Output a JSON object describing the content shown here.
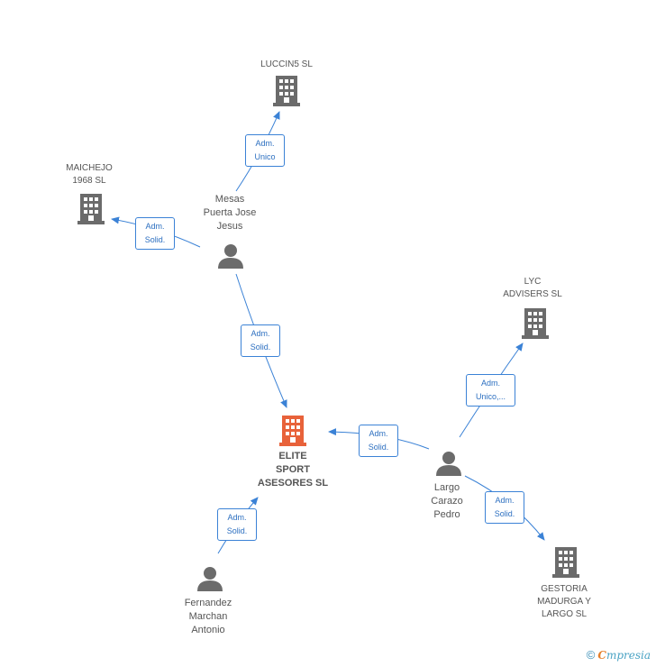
{
  "nodes": {
    "luccin5": {
      "label": "LUCCIN5 SL",
      "icon": "building-icon",
      "color": "#6b6b6b"
    },
    "maichejo": {
      "label": "MAICHEJO\n1968  SL",
      "icon": "building-icon",
      "color": "#6b6b6b"
    },
    "mesas": {
      "label": "Mesas\nPuerta Jose\nJesus",
      "icon": "person-icon",
      "color": "#6b6b6b"
    },
    "lyc": {
      "label": "LYC\nADVISERS SL",
      "icon": "building-icon",
      "color": "#6b6b6b"
    },
    "elite": {
      "label": "ELITE\nSPORT\nASESORES SL",
      "icon": "building-icon",
      "color": "#e8623a"
    },
    "largo": {
      "label": "Largo\nCarazo\nPedro",
      "icon": "person-icon",
      "color": "#6b6b6b"
    },
    "fernandez": {
      "label": "Fernandez\nMarchan\nAntonio",
      "icon": "person-icon",
      "color": "#6b6b6b"
    },
    "gestoria": {
      "label": "GESTORIA\nMADURGA Y\nLARGO SL",
      "icon": "building-icon",
      "color": "#6b6b6b"
    }
  },
  "edges": {
    "mesas_luccin5": "Adm.\nUnico",
    "mesas_maichejo": "Adm.\nSolid.",
    "mesas_elite": "Adm.\nSolid.",
    "largo_lyc": "Adm.\nUnico,...",
    "largo_elite": "Adm.\nSolid.",
    "largo_gestoria": "Adm.\nSolid.",
    "fernandez_elite": "Adm.\nSolid."
  },
  "edge_color": "#3b82d6",
  "footer": {
    "copyright": "©",
    "brand_first": "C",
    "brand_rest": "mpresia"
  }
}
